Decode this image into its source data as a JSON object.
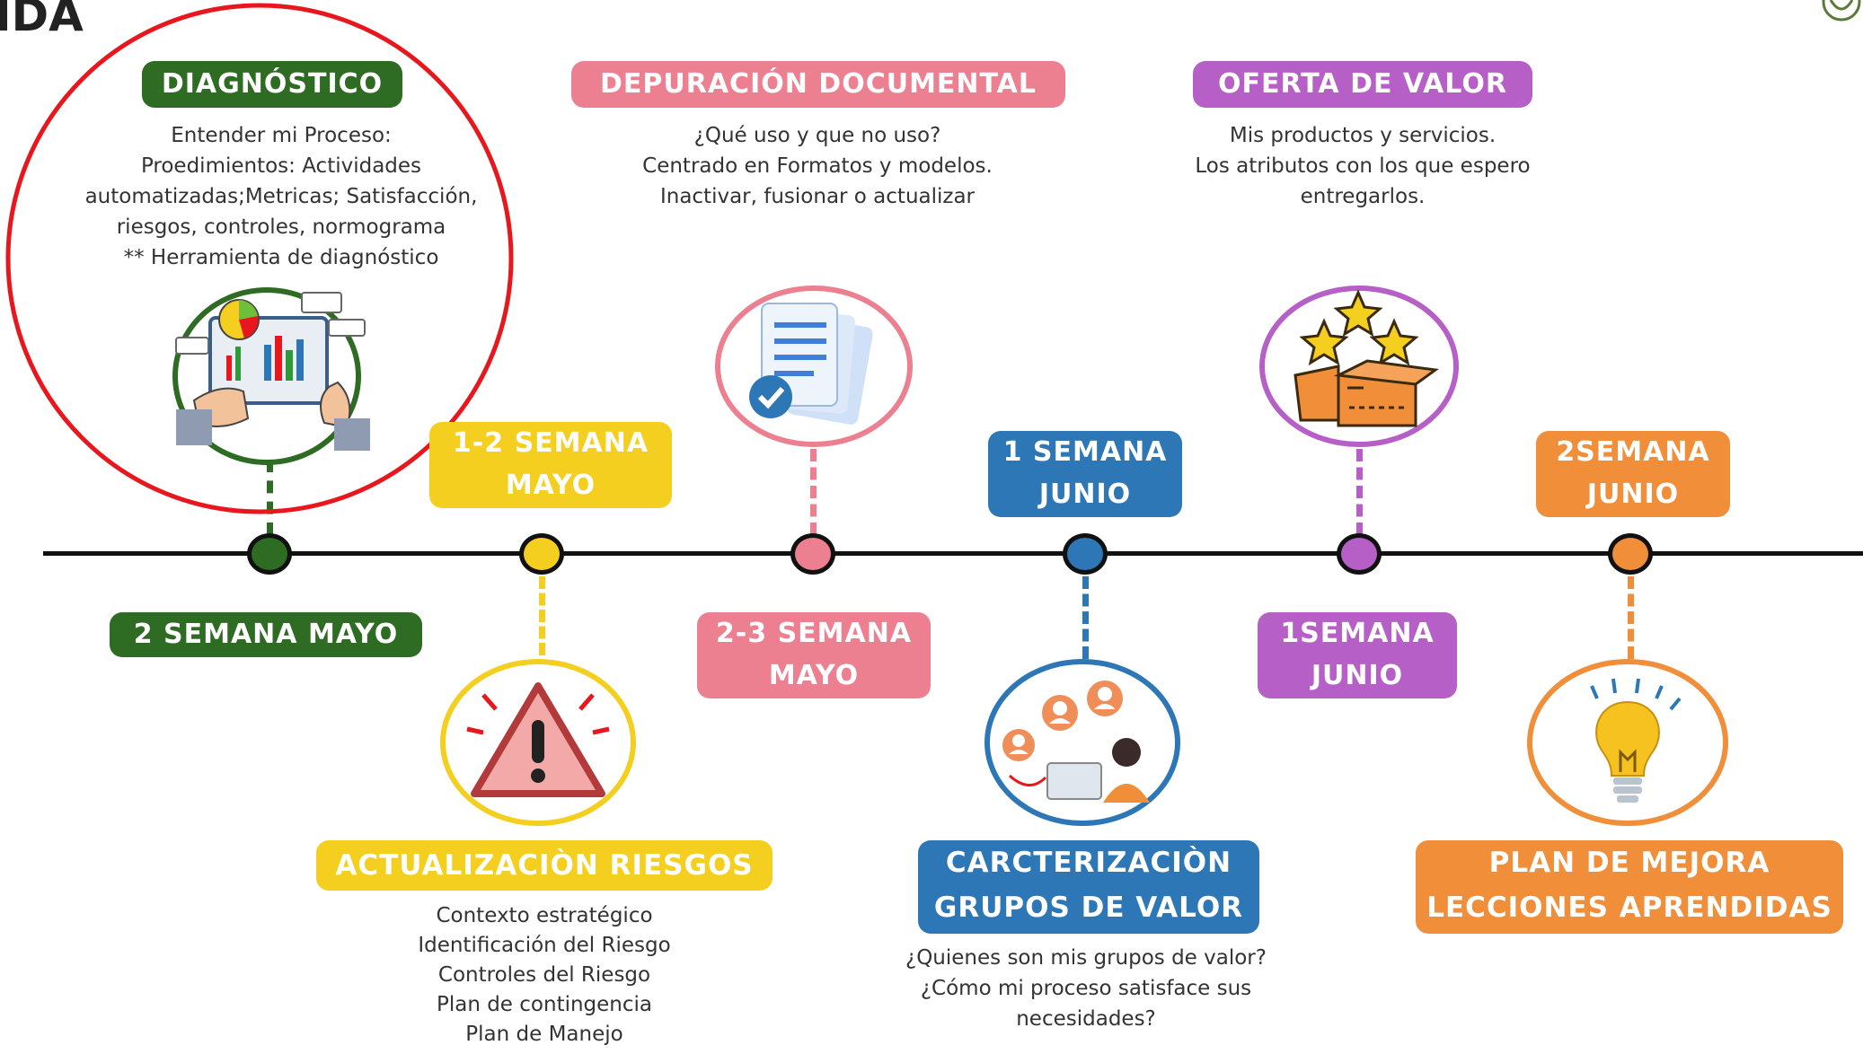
{
  "header": {
    "title_fragment": "IDA"
  },
  "colors": {
    "green": "#2e6b23",
    "yellow": "#f5cf1f",
    "pink": "#ec7f90",
    "blue": "#2d77b6",
    "purple": "#b65fc6",
    "orange": "#f08e3a",
    "red": "#e8171e"
  },
  "stages": {
    "diagnostico": {
      "title": "DIAGNÓSTICO",
      "desc": "Entender mi Proceso:\nProedimientos: Actividades\nautomatizadas;Metricas; Satisfacción,\nriesgos, controles, normograma\n** Herramienta de diagnóstico",
      "date": "2 SEMANA MAYO",
      "icon": "analytics-dashboard-icon"
    },
    "riesgos": {
      "title": "ACTUALIZACIÒN RIESGOS",
      "desc": "Contexto estratégico\nIdentificación del Riesgo\nControles del Riesgo\nPlan de contingencia\nPlan de Manejo",
      "date": "1-2 SEMANA\nMAYO",
      "icon": "warning-triangle-icon"
    },
    "depuracion": {
      "title": "DEPURACIÓN DOCUMENTAL",
      "desc": "¿Qué uso y que no uso?\nCentrado en Formatos y modelos.\nInactivar, fusionar o actualizar",
      "date": "2-3 SEMANA\nMAYO",
      "icon": "documents-check-icon"
    },
    "grupos": {
      "title": "CARCTERIZACIÒN\nGRUPOS DE VALOR",
      "desc": "¿Quienes son mis grupos de valor?\n¿Cómo mi proceso satisface  sus\nnecesidades?",
      "date": "1 SEMANA\nJUNIO",
      "icon": "people-group-icon"
    },
    "oferta": {
      "title": "OFERTA DE VALOR",
      "desc": "Mis productos y servicios.\nLos atributos con los que espero\nentregarlos.",
      "date": "1SEMANA\nJUNIO",
      "icon": "box-stars-icon"
    },
    "mejora": {
      "title": "PLAN DE MEJORA\nLECCIONES APRENDIDAS",
      "date": "2SEMANA\nJUNIO",
      "icon": "lightbulb-icon"
    }
  }
}
